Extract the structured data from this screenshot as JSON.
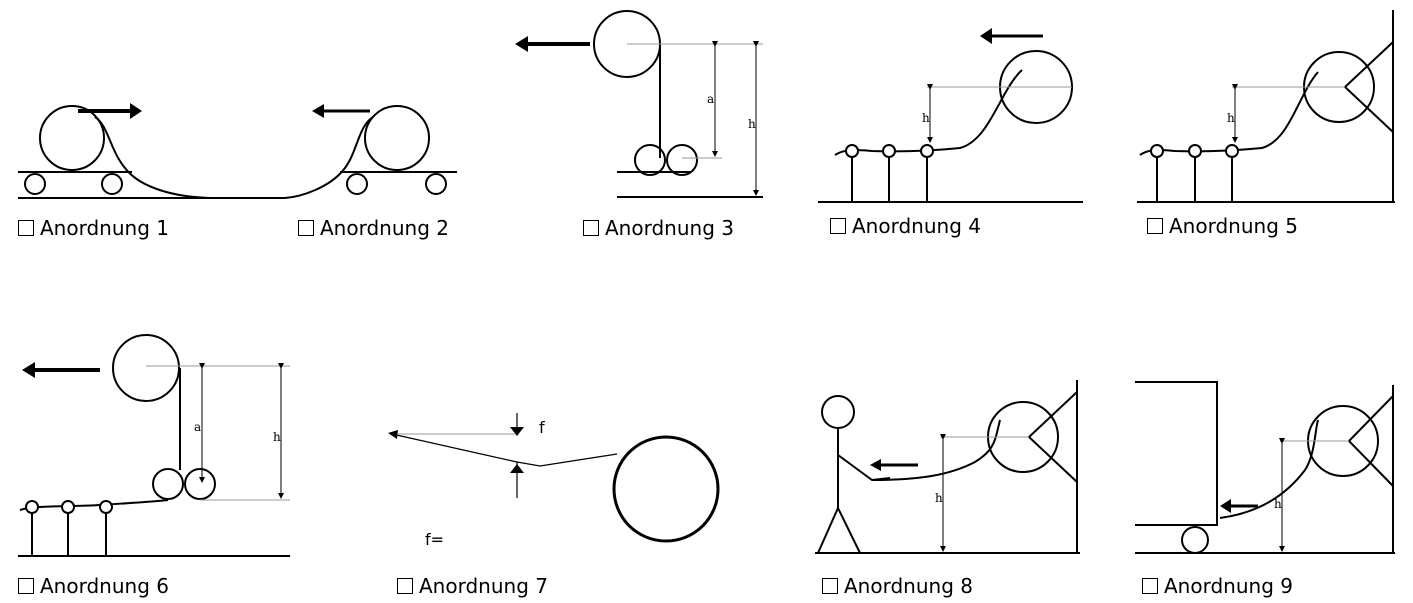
{
  "options": [
    {
      "label": "Anordnung 1"
    },
    {
      "label": "Anordnung 2"
    },
    {
      "label": "Anordnung 3"
    },
    {
      "label": "Anordnung 4"
    },
    {
      "label": "Anordnung 5"
    },
    {
      "label": "Anordnung 6"
    },
    {
      "label": "Anordnung 7"
    },
    {
      "label": "Anordnung 8"
    },
    {
      "label": "Anordnung 9"
    }
  ],
  "dimension_labels": {
    "a": "a",
    "h": "h",
    "f": "f",
    "f_answer": "f="
  },
  "colors": {
    "line": "#000000",
    "thin": "#999999"
  }
}
